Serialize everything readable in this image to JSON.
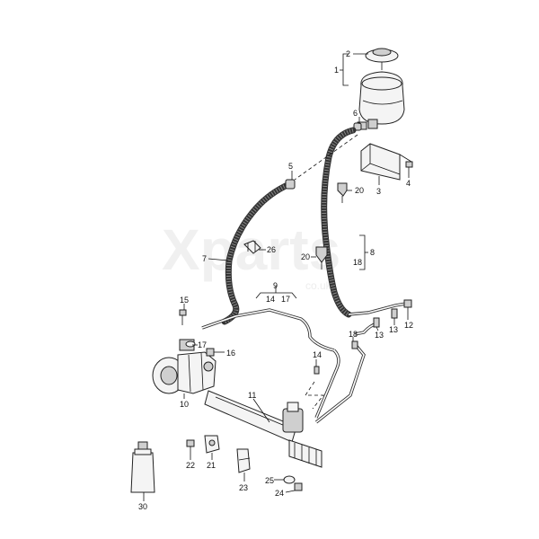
{
  "watermark": {
    "main": "Xparts",
    "sub": "co.uk"
  },
  "labels": {
    "l1": "1",
    "l2": "2",
    "l3": "3",
    "l4": "4",
    "l5": "5",
    "l6": "6",
    "l7": "7",
    "l8": "8",
    "l9": "9",
    "l10": "10",
    "l11": "11",
    "l12": "12",
    "l13a": "13",
    "l13b": "13",
    "l14a": "14",
    "l14b": "14",
    "l15": "15",
    "l16": "16",
    "l17a": "17",
    "l17b": "17",
    "l18a": "18",
    "l18b": "18",
    "l20a": "20",
    "l20b": "20",
    "l21": "21",
    "l22": "22",
    "l23": "23",
    "l24": "24",
    "l25": "25",
    "l26": "26",
    "l30": "30"
  }
}
